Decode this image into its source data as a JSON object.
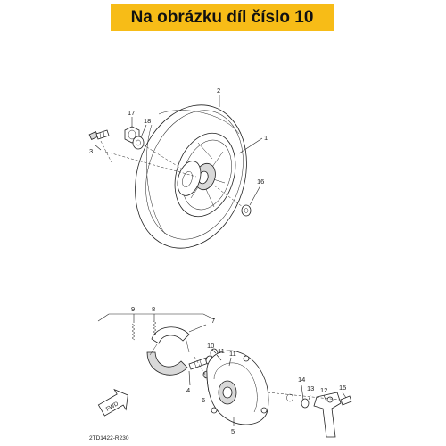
{
  "banner": {
    "text": "Na obrázku díl číslo 10",
    "color": "#f7bc17"
  },
  "drawing_code": "2TD1422-R230",
  "fwd_label": "FWD",
  "part_labels": [
    "1",
    "2",
    "3",
    "4",
    "5",
    "6",
    "7",
    "8",
    "9",
    "10",
    "11",
    "11",
    "12",
    "13",
    "14",
    "15",
    "16",
    "17",
    "18"
  ],
  "icons": [
    "fwd-arrow-icon"
  ]
}
